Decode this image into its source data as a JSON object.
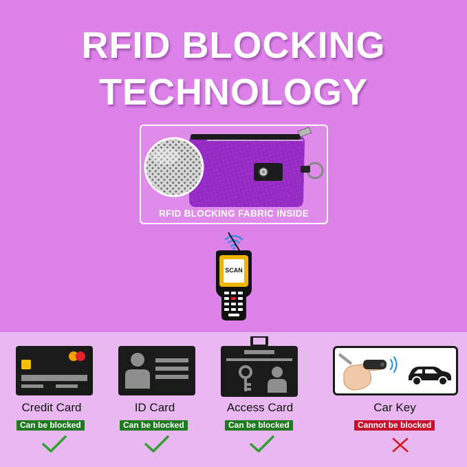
{
  "title": {
    "line1": "RFID BLOCKING",
    "line2": "TECHNOLOGY"
  },
  "product": {
    "fabric_label": "RFID BLOCKING FABRIC INSIDE"
  },
  "scanner": {
    "screen_text": "SCAN",
    "icon": "wifi-icon"
  },
  "cards": [
    {
      "label": "Credit Card",
      "status": "Can be blocked",
      "result_icon": "check-icon"
    },
    {
      "label": "ID Card",
      "status": "Can be blocked",
      "result_icon": "check-icon"
    },
    {
      "label": "Access Card",
      "status": "Can be blocked",
      "result_icon": "check-icon"
    },
    {
      "label": "Car Key",
      "status": "Cannot be blocked",
      "result_icon": "cross-icon"
    }
  ],
  "colors": {
    "top_background": "#dd82e8",
    "bottom_background": "#eab8f0",
    "blocked_badge": "#1f7a1f",
    "not_blocked_badge": "#c8102e",
    "check": "#2e9e2e",
    "cross": "#d01c1c",
    "pouch": "#9b2fc9"
  }
}
